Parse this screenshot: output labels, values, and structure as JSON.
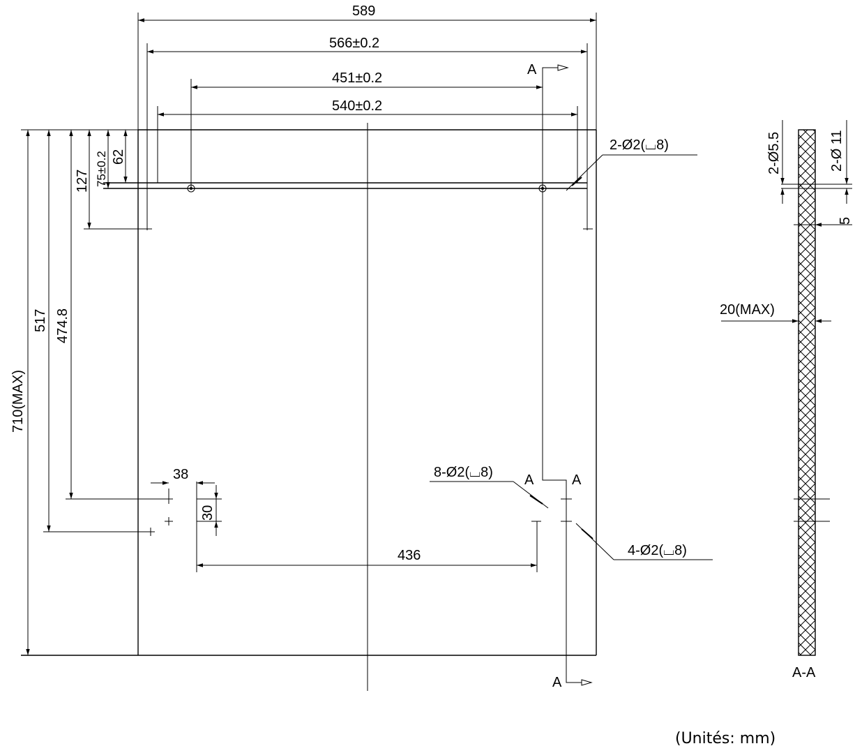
{
  "drawing": {
    "dims": {
      "overall_width": "589",
      "width_566": "566±0.2",
      "width_451": "451±0.2",
      "width_540": "540±0.2",
      "bottom_436": "436",
      "offset_38": "38",
      "offset_30": "30",
      "height_710": "710(MAX)",
      "height_517": "517",
      "height_474": "474.8",
      "height_127": "127",
      "height_75": "75±0.2",
      "height_62": "62"
    },
    "callouts": {
      "top_holes": "2-Ø2(⌴8)",
      "mid_holes": "8-Ø2(⌴8)",
      "low_holes": "4-Ø2(⌴8)"
    },
    "section_marks": {
      "a_top": "A",
      "a_mid_left": "A",
      "a_mid_right": "A",
      "a_bottom": "A"
    },
    "side_view": {
      "dia_55": "2-Ø5.5",
      "dia_11": "2-Ø 11",
      "dim_5": "5",
      "thickness": "20(MAX)",
      "section_label": "A-A"
    },
    "units": "(Unités: mm)"
  }
}
